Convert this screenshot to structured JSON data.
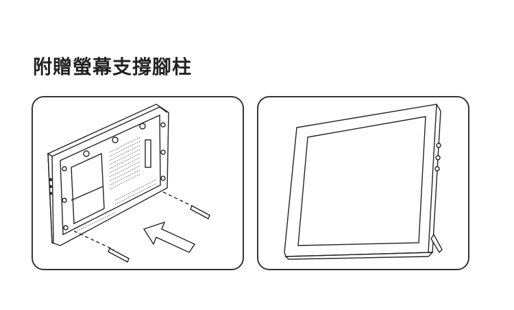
{
  "title": "附贈螢幕支撐腳柱",
  "illustrations": [
    {
      "name": "attach-stand-legs",
      "icon": "monitor-back-with-legs"
    },
    {
      "name": "monitor-standing",
      "icon": "monitor-front-standing"
    }
  ]
}
